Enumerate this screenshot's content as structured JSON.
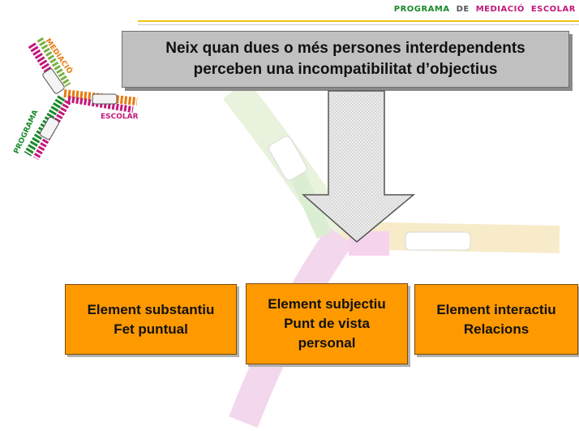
{
  "header": {
    "brand_word1": "PROGRAMA",
    "brand_word2": "DE",
    "brand_word3": "MEDIACIÓ",
    "brand_word4": "ESCOLAR",
    "colors": {
      "green": "#1a8a2a",
      "magenta": "#c2187a",
      "orange": "#e87a10",
      "rule": "#f0c419"
    }
  },
  "logo": {
    "label_mediacio": "MEDIACIÓ",
    "label_escolar": "ESCOLAR",
    "label_programa": "PROGRAMA"
  },
  "definition": {
    "line1": "Neix quan dues o més persones interdependents",
    "line2": "perceben una incompatibilitat d’objectius"
  },
  "elements": [
    {
      "line1": "Element substantiu",
      "line2": "Fet puntual",
      "line3": ""
    },
    {
      "line1": "Element subjectiu",
      "line2": "Punt de vista",
      "line3": "personal"
    },
    {
      "line1": "Element interactiu",
      "line2": "Relacions",
      "line3": ""
    }
  ],
  "colors": {
    "box_orange": "#ff9900",
    "box_grey": "#c0c0c0"
  }
}
